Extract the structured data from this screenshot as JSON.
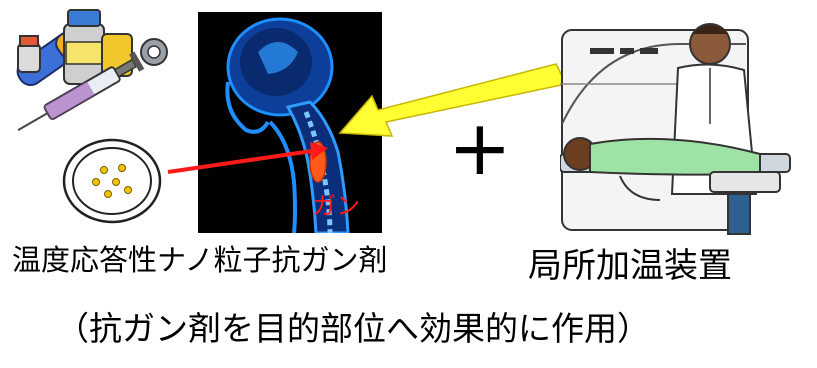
{
  "diagram": {
    "tumor_label": "ガン",
    "plus_sign": "+",
    "label_particles": "温度応答性ナノ粒子抗ガン剤",
    "label_device": "局所加温装置",
    "caption": "（抗ガン剤を目的部位へ効果的に作用）",
    "colors": {
      "red_arrow": "#ff1a1a",
      "yellow_arrow": "#ffff33",
      "mri_background": "#000000",
      "mri_tissue": "#1f8fff",
      "tumor": "#ff5a1a"
    },
    "icons": [
      "medicine-vials-syringe-icon",
      "petri-dish-icon",
      "mri-scan-image",
      "patient-mri-scanner-icon"
    ]
  }
}
